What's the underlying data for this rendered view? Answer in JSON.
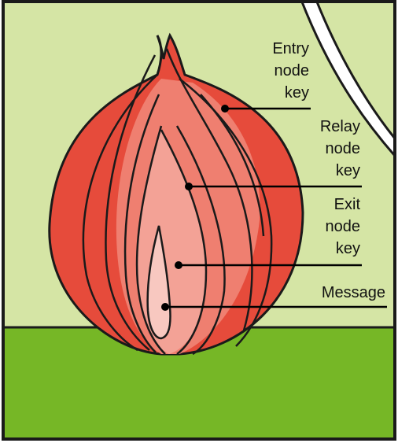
{
  "labels": {
    "entry": {
      "line1": "Entry",
      "line2": "node",
      "line3": "key"
    },
    "relay": {
      "line1": "Relay",
      "line2": "node",
      "line3": "key"
    },
    "exit": {
      "line1": "Exit",
      "line2": "node",
      "line3": "key"
    },
    "message": "Message"
  },
  "colors": {
    "background": "#d5e5a5",
    "ground": "#76b726",
    "outline": "#1a1a1a",
    "outer_layer": "#e64b3b",
    "middle_layer": "#ef7f70",
    "inner_layer": "#f3a296",
    "innermost_layer": "#f8c8c0",
    "leader_line": "#000000"
  },
  "icons": {
    "onion": "onion-illustration"
  }
}
